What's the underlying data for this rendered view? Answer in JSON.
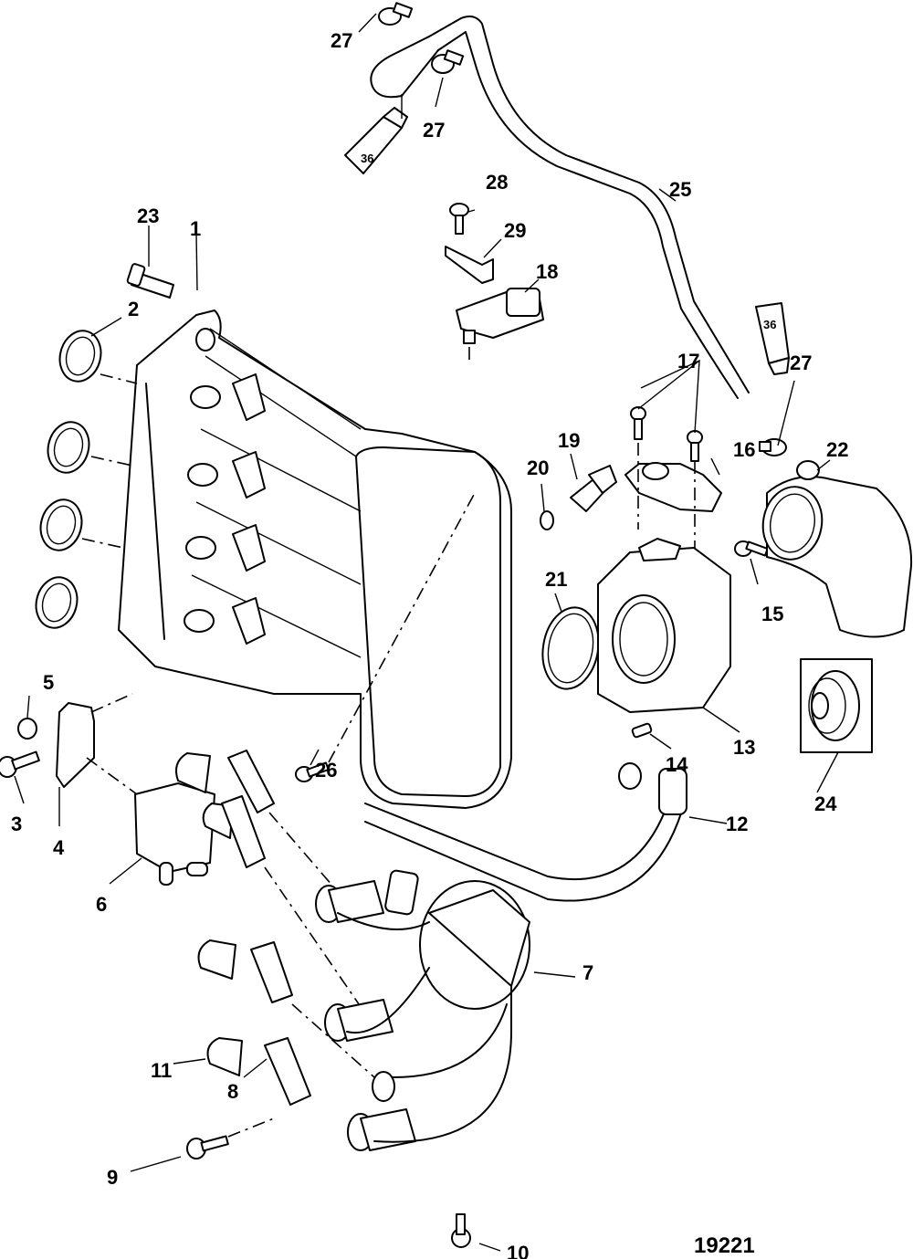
{
  "figure": {
    "title": "Intake manifold and fuel system components exploded view",
    "figure_number": "19221"
  },
  "sealant_tubes": [
    {
      "label": "36"
    },
    {
      "label": "36"
    }
  ],
  "callouts": [
    {
      "id": "1",
      "part": "intake-manifold"
    },
    {
      "id": "2",
      "part": "manifold-seal-ring"
    },
    {
      "id": "3",
      "part": "bracket-bolt"
    },
    {
      "id": "4",
      "part": "mounting-bracket"
    },
    {
      "id": "5",
      "part": "nut"
    },
    {
      "id": "6",
      "part": "solenoid-valve"
    },
    {
      "id": "7",
      "part": "fuel-rail-harness"
    },
    {
      "id": "8",
      "part": "fuel-injector"
    },
    {
      "id": "9",
      "part": "screw"
    },
    {
      "id": "10",
      "part": "screw"
    },
    {
      "id": "11",
      "part": "injector-clip"
    },
    {
      "id": "12",
      "part": "hose"
    },
    {
      "id": "13",
      "part": "throttle-body"
    },
    {
      "id": "14",
      "part": "pin"
    },
    {
      "id": "15",
      "part": "throttle-bolt"
    },
    {
      "id": "16",
      "part": "throttle-position-sensor"
    },
    {
      "id": "17",
      "part": "sensor-screws"
    },
    {
      "id": "18",
      "part": "map-sensor"
    },
    {
      "id": "19",
      "part": "temperature-sensor"
    },
    {
      "id": "20",
      "part": "o-ring"
    },
    {
      "id": "21",
      "part": "throttle-body-gasket"
    },
    {
      "id": "22",
      "part": "air-intake-elbow"
    },
    {
      "id": "23",
      "part": "stud"
    },
    {
      "id": "24",
      "part": "grommet"
    },
    {
      "id": "25",
      "part": "vent-hose"
    },
    {
      "id": "26",
      "part": "screw"
    },
    {
      "id": "27",
      "part": "hose-clamp"
    },
    {
      "id": "28",
      "part": "screw"
    },
    {
      "id": "29",
      "part": "bracket"
    }
  ],
  "labels": {
    "c1": "1",
    "c2": "2",
    "c3": "3",
    "c4": "4",
    "c5": "5",
    "c6": "6",
    "c7": "7",
    "c8": "8",
    "c9": "9",
    "c10": "10",
    "c11": "11",
    "c12": "12",
    "c13": "13",
    "c14": "14",
    "c15": "15",
    "c16": "16",
    "c17": "17",
    "c18": "18",
    "c19": "19",
    "c20": "20",
    "c21": "21",
    "c22": "22",
    "c23": "23",
    "c24": "24",
    "c25": "25",
    "c26": "26",
    "c27a": "27",
    "c27b": "27",
    "c27c": "27",
    "c28": "28",
    "c29": "29"
  }
}
